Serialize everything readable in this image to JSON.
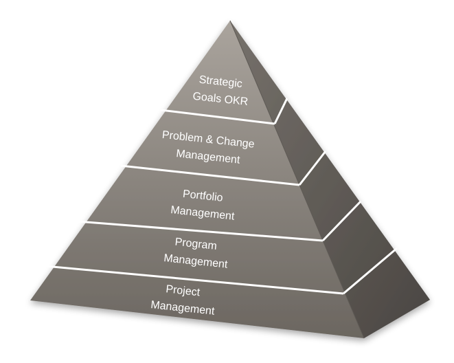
{
  "pyramid": {
    "tiers": [
      {
        "line1": "Strategic",
        "line2": "Goals OKR"
      },
      {
        "line1": "Problem & Change",
        "line2": "Management"
      },
      {
        "line1": "Portfolio",
        "line2": "Management"
      },
      {
        "line1": "Program",
        "line2": "Management"
      },
      {
        "line1": "Project",
        "line2": "Management"
      }
    ]
  },
  "colors": {
    "front_top": "#a9a39c",
    "front_bottom": "#6f6a64",
    "side_top": "#6e6963",
    "side_bottom": "#4c4844",
    "separator": "#ffffff",
    "label": "#ffffff"
  }
}
